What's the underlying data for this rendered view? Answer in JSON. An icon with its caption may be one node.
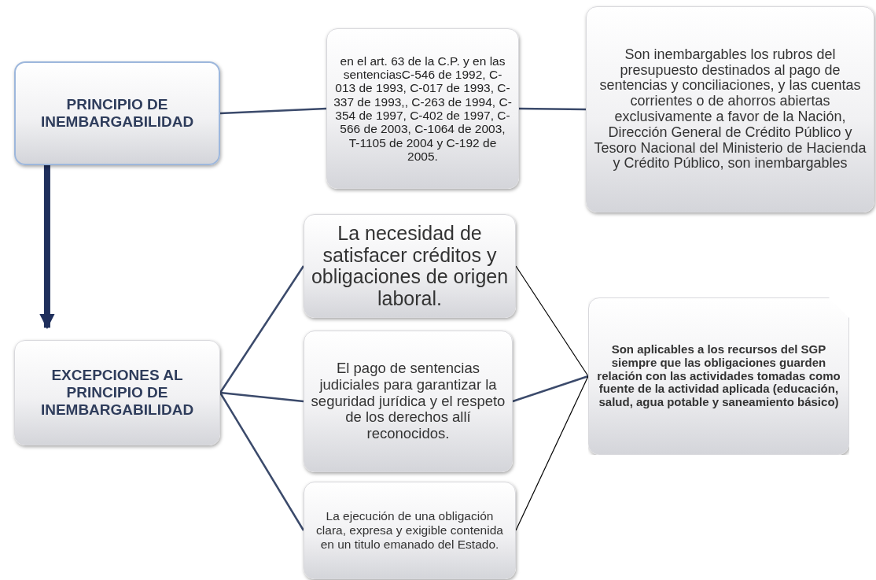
{
  "diagram": {
    "nodes": [
      {
        "text": [
          "PRINCIPIO DE INEMBARGABILIDAD"
        ]
      },
      {
        "text": [
          "en el art. 63 de la C.P. y en las sentenciasC-546 de 1992, C-013 de 1993, C-017 de 1993, C-337 de 1993,, C-263 de 1994, C-354 de 1997, C-402 de 1997, C-566 de 2003, C-1064 de 2003, T-1105 de 2004 y C-192 de 2005."
        ]
      },
      {
        "text": [
          "Son inembargables los rubros del presupuesto destinados al pago de sentencias y conciliaciones, y las cuentas corrientes o de ahorros abiertas exclusivamente a favor de la Nación, Dirección General de Crédito Público y Tesoro Nacional del Ministerio de Hacienda y Crédito Público, son inembargables"
        ]
      },
      {
        "text": [
          "EXCEPCIONES AL PRINCIPIO DE INEMBARGABILIDAD"
        ]
      },
      {
        "text": [
          "La necesidad de satisfacer créditos y obligaciones de origen laboral."
        ]
      },
      {
        "text": [
          "El pago de sentencias judiciales para garantizar la seguridad jurídica y el respeto de los derechos allí reconocidos."
        ]
      },
      {
        "text": [
          "La ejecución de una obligación clara, expresa y exigible contenida en un titulo emanado del Estado."
        ]
      },
      {
        "text": [
          "Son aplicables a los recursos del SGP siempre que las obligaciones guarden relación con las actividades tomadas como fuente de la actividad aplicada (educación, salud, agua potable y saneamiento básico)"
        ]
      }
    ],
    "edges": [
      {
        "from": 0,
        "to": 1,
        "arrow": "none"
      },
      {
        "from": 1,
        "to": 2,
        "arrow": "none"
      },
      {
        "from": 0,
        "to": 3,
        "arrow": "to",
        "style": "thick",
        "color": "#1f2f5c"
      },
      {
        "from": 3,
        "to": 4,
        "arrow": "none"
      },
      {
        "from": 3,
        "to": 5,
        "arrow": "none"
      },
      {
        "from": 3,
        "to": 6,
        "arrow": "none"
      },
      {
        "from": 4,
        "to": 7,
        "arrow": "none",
        "color": "#000000"
      },
      {
        "from": 5,
        "to": 7,
        "arrow": "none"
      },
      {
        "from": 6,
        "to": 7,
        "arrow": "none",
        "color": "#000000"
      }
    ]
  }
}
